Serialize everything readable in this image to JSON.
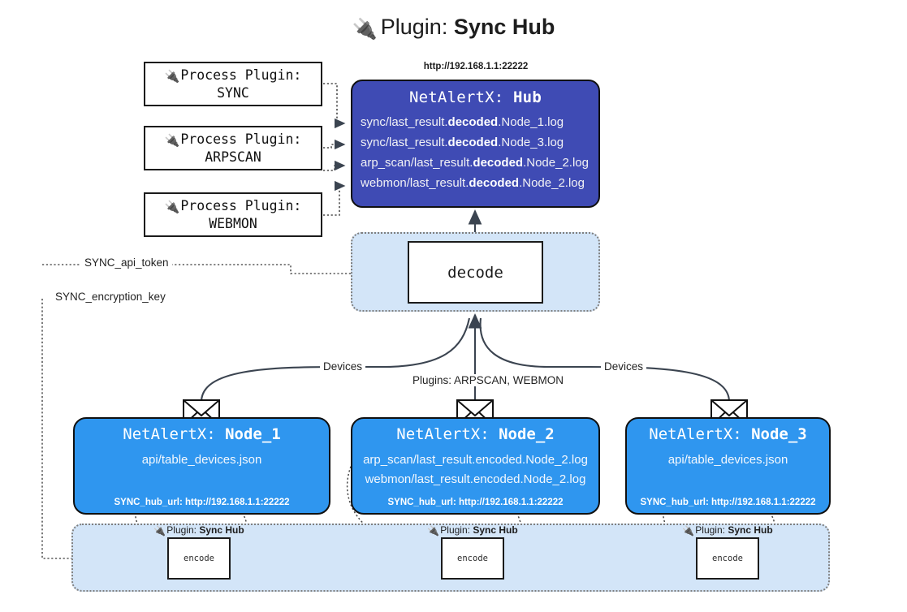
{
  "title": {
    "plug_icon": "plug-icon",
    "prefix": "Plugin:",
    "name": "Sync Hub"
  },
  "process_plugins": [
    {
      "name": "process-plugin-sync",
      "line1": "Process Plugin:",
      "line2": "SYNC"
    },
    {
      "name": "process-plugin-arpscan",
      "line1": "Process Plugin:",
      "line2": "ARPSCAN"
    },
    {
      "name": "process-plugin-webmon",
      "line1": "Process Plugin:",
      "line2": "WEBMON"
    }
  ],
  "hub": {
    "url": "http://192.168.1.1:22222",
    "title_prefix": "NetAlertX:",
    "title_name": "Hub",
    "lines": [
      {
        "pre": "sync/last_result.",
        "bold": "decoded",
        "post": ".Node_1.log"
      },
      {
        "pre": "sync/last_result.",
        "bold": "decoded",
        "post": ".Node_3.log"
      },
      {
        "pre": "arp_scan/last_result.",
        "bold": "decoded",
        "post": ".Node_2.log"
      },
      {
        "pre": "webmon/last_result.",
        "bold": "decoded",
        "post": ".Node_2.log"
      }
    ]
  },
  "decode": {
    "label": "decode"
  },
  "config_labels": {
    "api_token": "SYNC_api_token",
    "encryption_key": "SYNC_encryption_key"
  },
  "edge_labels": {
    "devices_left": "Devices",
    "devices_right": "Devices",
    "plugins_middle": "Plugins: ARPSCAN, WEBMON"
  },
  "nodes": [
    {
      "name": "node-1",
      "title_prefix": "NetAlertX:",
      "title_name": "Node_1",
      "lines": [
        "api/table_devices.json"
      ],
      "footer": "SYNC_hub_url: http://192.168.1.1:22222"
    },
    {
      "name": "node-2",
      "title_prefix": "NetAlertX:",
      "title_name": "Node_2",
      "lines": [
        "arp_scan/last_result.encoded.Node_2.log",
        "webmon/last_result.encoded.Node_2.log"
      ],
      "footer": "SYNC_hub_url: http://192.168.1.1:22222"
    },
    {
      "name": "node-3",
      "title_prefix": "NetAlertX:",
      "title_name": "Node_3",
      "lines": [
        "api/table_devices.json"
      ],
      "footer": "SYNC_hub_url: http://192.168.1.1:22222"
    }
  ],
  "encoders": [
    {
      "name": "encoder-1",
      "plugin_label_prefix": "Plugin:",
      "plugin_label_name": "Sync Hub",
      "box_label": "encode"
    },
    {
      "name": "encoder-2",
      "plugin_label_prefix": "Plugin:",
      "plugin_label_name": "Sync Hub",
      "box_label": "encode"
    },
    {
      "name": "encoder-3",
      "plugin_label_prefix": "Plugin:",
      "plugin_label_name": "Sync Hub",
      "box_label": "encode"
    }
  ],
  "colors": {
    "hub_fill": "#3f4bb4",
    "node_fill": "#2f96ef",
    "container_fill": "#d3e5f8",
    "stroke": "#101010",
    "dotted_stroke": "#7f7f7f"
  }
}
